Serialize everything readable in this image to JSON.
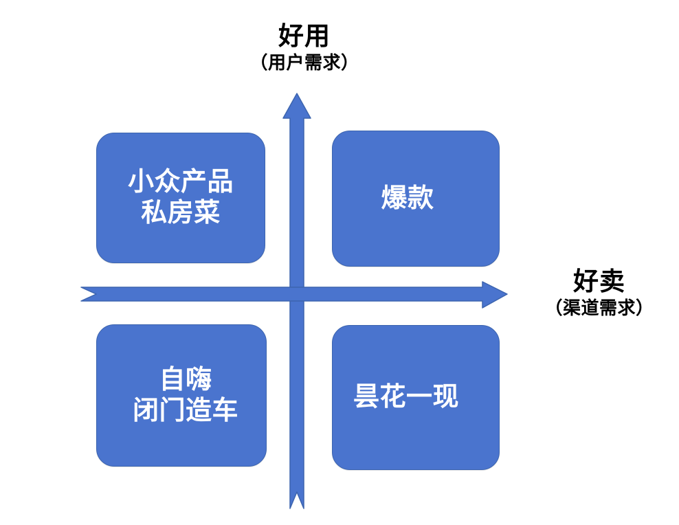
{
  "diagram": {
    "type": "2x2-quadrant-matrix",
    "background_color": "#ffffff",
    "accent_color": "#4a74ce",
    "border_color": "#3c64ae",
    "text_color": "#ffffff",
    "label_color": "#000000"
  },
  "axes": {
    "vertical": {
      "name": "vertical-axis-arrow",
      "direction": "up",
      "label_primary": "好用",
      "label_secondary": "（用户需求）",
      "color": "#4a74ce"
    },
    "horizontal": {
      "name": "horizontal-axis-arrow",
      "direction": "right",
      "label_primary": "好卖",
      "label_secondary": "（渠道需求）",
      "color": "#4a74ce"
    }
  },
  "quadrants": [
    {
      "position": "top-left",
      "text": "小众产品\n私房菜",
      "meaning": "high-usability-low-sellability"
    },
    {
      "position": "top-right",
      "text": "爆款",
      "meaning": "high-usability-high-sellability"
    },
    {
      "position": "bottom-left",
      "text": "自嗨\n闭门造车",
      "meaning": "low-usability-low-sellability"
    },
    {
      "position": "bottom-right",
      "text": "昙花一现",
      "meaning": "low-usability-high-sellability"
    }
  ]
}
